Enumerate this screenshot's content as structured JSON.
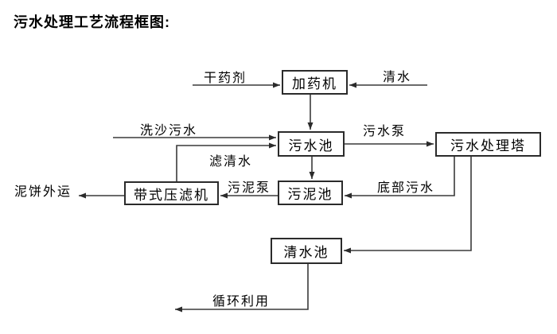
{
  "title": "污水处理工艺流程框图:",
  "nodes": {
    "dosing_machine": "加药机",
    "sewage_pool": "污水池",
    "treatment_tower": "污水处理塔",
    "sludge_pool": "污泥池",
    "belt_filter_press": "带式压滤机",
    "clean_water_pool": "清水池"
  },
  "labels": {
    "dry_agent": "干药剂",
    "clean_water": "清水",
    "sand_washing_sewage": "洗沙污水",
    "filtered_water": "滤清水",
    "sewage_pump": "污水泵",
    "bottom_sewage": "底部污水",
    "sludge_pump": "污泥泵",
    "mud_cake_out": "泥饼外运",
    "recycle": "循环利用"
  },
  "colors": {
    "background": "#ffffff",
    "line": "#3a3a3a",
    "box_border": "#2b2b2b",
    "text": "#000000"
  }
}
